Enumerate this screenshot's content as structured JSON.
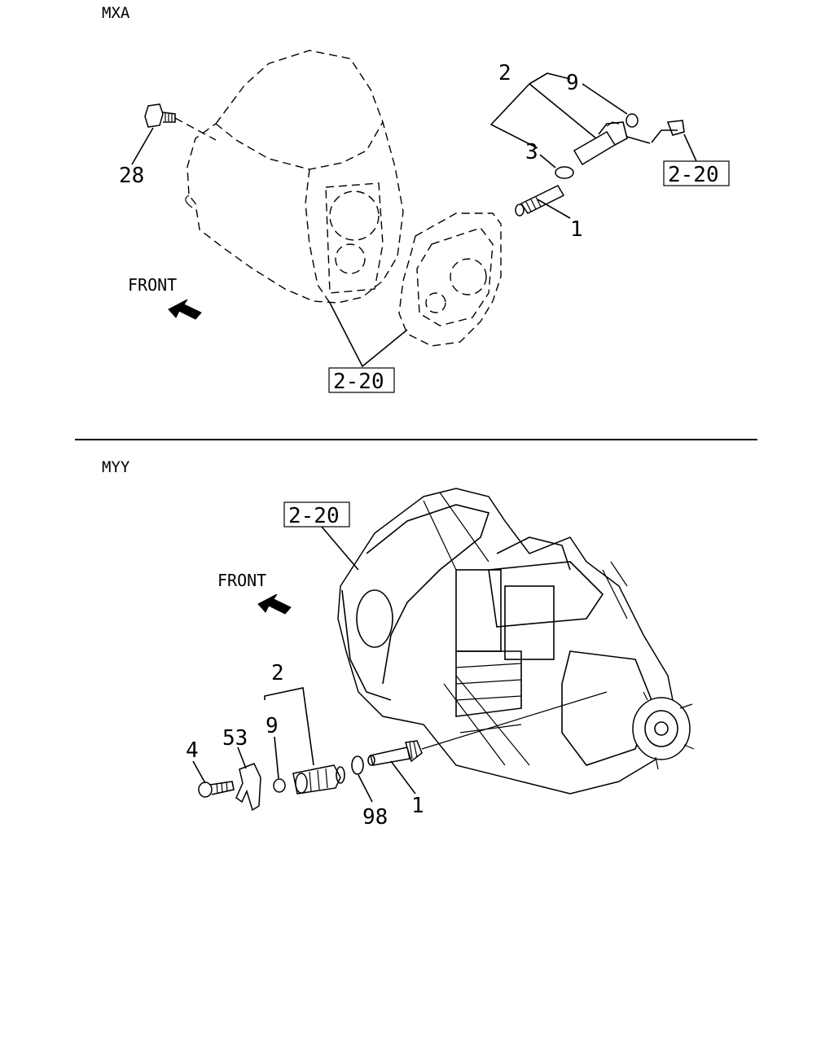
{
  "sections": {
    "top": {
      "label": "MXA",
      "front_label": "FRONT",
      "callouts": {
        "c28": "28",
        "c2": "2",
        "c9": "9",
        "c3": "3",
        "c1": "1"
      },
      "refs": {
        "ref_right": "2-20",
        "ref_bottom": "2-20"
      }
    },
    "bottom": {
      "label": "MYY",
      "front_label": "FRONT",
      "callouts": {
        "c2": "2",
        "c53": "53",
        "c4": "4",
        "c9": "9",
        "c98": "98",
        "c1": "1"
      },
      "refs": {
        "ref_top": "2-20"
      }
    }
  },
  "icons": {
    "front_arrow": "front-arrow-icon"
  }
}
